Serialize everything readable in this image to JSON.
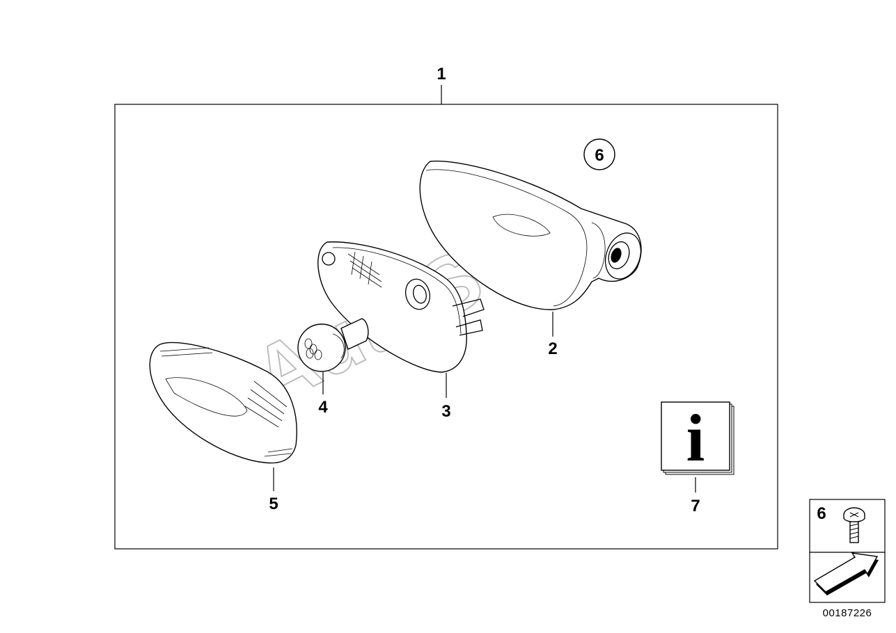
{
  "diagram": {
    "watermark": "AutoSoft",
    "catalog_number": "00187226",
    "callouts": [
      {
        "id": "1",
        "label": "1"
      },
      {
        "id": "2",
        "label": "2"
      },
      {
        "id": "3",
        "label": "3"
      },
      {
        "id": "4",
        "label": "4"
      },
      {
        "id": "5",
        "label": "5"
      },
      {
        "id": "6",
        "label": "6"
      },
      {
        "id": "7",
        "label": "7"
      }
    ],
    "legend": {
      "screw_label": "6",
      "info_symbol": "i"
    },
    "colors": {
      "line": "#000000",
      "background": "#ffffff",
      "watermark": "#bdbdbd"
    }
  }
}
